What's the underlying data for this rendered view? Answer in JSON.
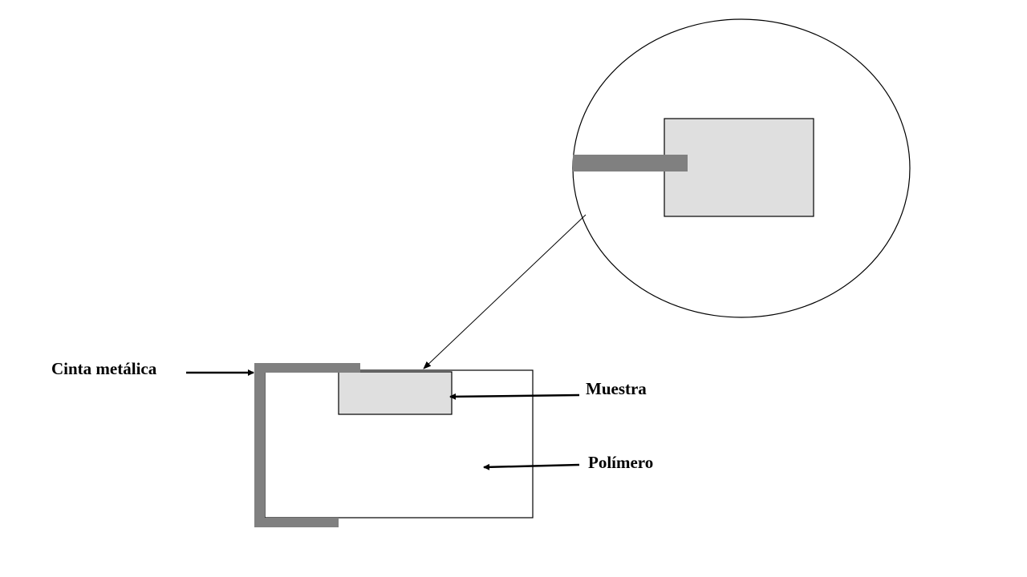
{
  "labels": {
    "metal_tape": "Cinta metálica",
    "sample": "Muestra",
    "polymer": "Polímero"
  },
  "colors": {
    "metal_tape": "#808080",
    "sample": "#dfdfdf",
    "outline": "#000000"
  }
}
